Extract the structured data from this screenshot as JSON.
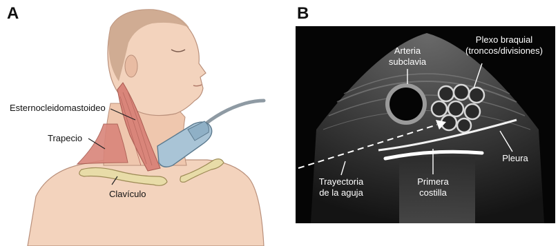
{
  "panel_a": {
    "letter": "A",
    "labels": {
      "scm": "Esternocleidomastoideo",
      "trapezius": "Trapecio",
      "clavicle": "Clavículo"
    }
  },
  "panel_b": {
    "letter": "B",
    "labels": {
      "artery_line1": "Arteria",
      "artery_line2": "subclavia",
      "plexus_line1": "Plexo braquial",
      "plexus_line2": "(troncos/divisiones)",
      "needle_line1": "Trayectoria",
      "needle_line2": "de la aguja",
      "rib_line1": "Primera",
      "rib_line2": "costilla",
      "pleura": "Pleura"
    }
  },
  "colors": {
    "skin": "#f3d3bd",
    "skin_shadow": "#e2b79c",
    "hair": "#c9a48c",
    "muscle": "#d9857a",
    "bone": "#e8dca8",
    "probe": "#a9c4d6",
    "ultrasound_bg": "#050505"
  }
}
